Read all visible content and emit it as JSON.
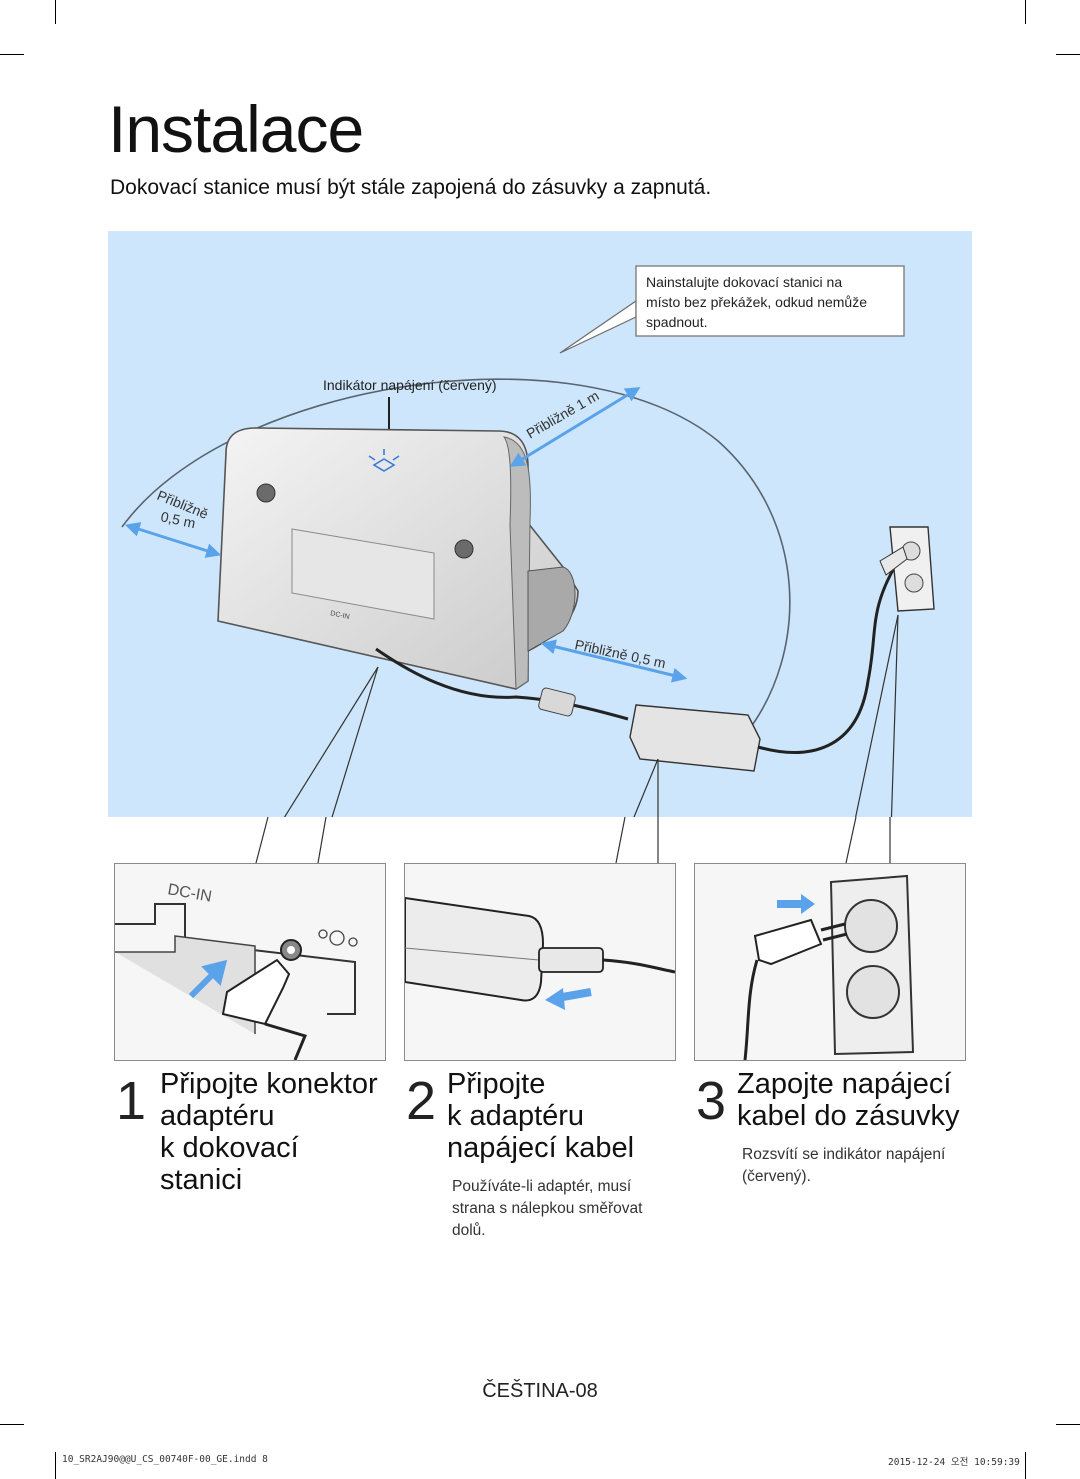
{
  "page": {
    "title": "Instalace",
    "subtitle": "Dokovací stanice musí být stále zapojená do zásuvky a zapnutá."
  },
  "illustration": {
    "callout": [
      "Nainstalujte dokovací stanici na",
      "místo bez překážek, odkud nemůže",
      "spadnout."
    ],
    "power_indicator_label": "Indikátor napájení (červený)",
    "distance_left_word": "Přibližně",
    "distance_left_value": "0,5 m",
    "distance_top": "Přibližně 1 m",
    "distance_right": "Přibližně 0,5 m",
    "port_label": "DC-IN",
    "background_color": "#cde6fb",
    "arrow_color": "#5aa2ea"
  },
  "panels": {
    "dc_in_label": "DC-IN"
  },
  "steps": [
    {
      "number": "1",
      "lines": [
        "Připojte konektor",
        "adaptéru",
        "k dokovací",
        "stanici"
      ],
      "note": []
    },
    {
      "number": "2",
      "lines": [
        "Připojte",
        "k adaptéru",
        "napájecí kabel"
      ],
      "note": [
        "Používáte-li adaptér, musí",
        "strana s nálepkou směřovat",
        "dolů."
      ]
    },
    {
      "number": "3",
      "lines": [
        "Zapojte napájecí",
        "kabel do zásuvky"
      ],
      "note": [
        "Rozsvítí se indikátor napájení",
        "(červený)."
      ]
    }
  ],
  "footer": {
    "language_page": "ČEŠTINA-08",
    "slug_file": "10_SR2AJ90@@U_CS_00740F-00_GE.indd   8",
    "slug_date": "2015-12-24   오전 10:59:39"
  }
}
